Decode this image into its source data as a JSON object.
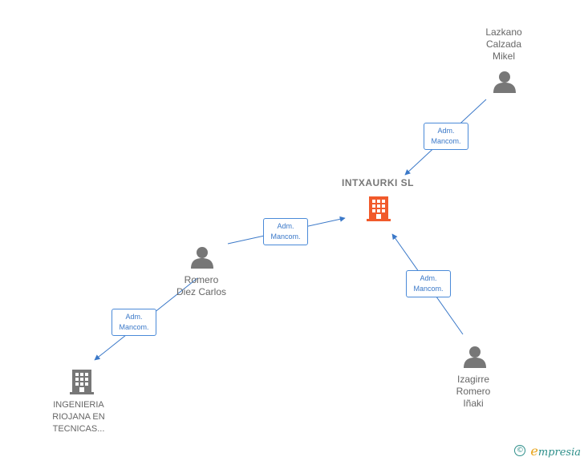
{
  "center": {
    "name": "INTXAURKI SL",
    "icon": "building-icon",
    "color": "#f15a2b"
  },
  "people": [
    {
      "id": "lazkano",
      "lines": [
        "Lazkano",
        "Calzada",
        "Mikel"
      ],
      "icon": "person-icon"
    },
    {
      "id": "romero",
      "lines": [
        "Romero",
        "Diez Carlos"
      ],
      "icon": "person-icon"
    },
    {
      "id": "izagirre",
      "lines": [
        "Izagirre",
        "Romero",
        "Iñaki"
      ],
      "icon": "person-icon"
    }
  ],
  "companies": [
    {
      "id": "ingenieria",
      "lines": [
        "INGENIERIA",
        "RIOJANA EN",
        "TECNICAS..."
      ],
      "icon": "building-icon",
      "color": "#666666"
    }
  ],
  "edges": [
    {
      "from": "lazkano",
      "to": "INTXAURKI SL",
      "label": [
        "Adm.",
        "Mancom."
      ]
    },
    {
      "from": "romero",
      "to": "INTXAURKI SL",
      "label": [
        "Adm.",
        "Mancom."
      ]
    },
    {
      "from": "izagirre",
      "to": "INTXAURKI SL",
      "label": [
        "Adm.",
        "Mancom."
      ]
    },
    {
      "from": "romero",
      "to": "INGENIERIA RIOJANA EN TECNICAS...",
      "label": [
        "Adm.",
        "Mancom."
      ]
    }
  ],
  "colors": {
    "edge": "#3a78c8",
    "node_gray": "#777777"
  },
  "footer": {
    "copyright": "©",
    "brand_initial": "e",
    "brand_rest": "mpresia"
  }
}
